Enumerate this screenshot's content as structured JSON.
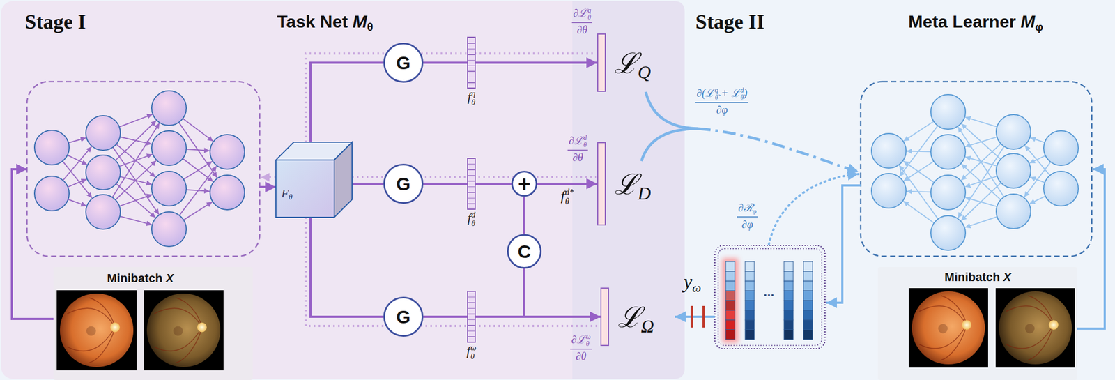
{
  "diagram": {
    "nodes": [
      {
        "text": [
          "Stage I",
          "Task Net Mθ"
        ]
      },
      {
        "text": [
          "Minibatch X"
        ],
        "in": 0
      },
      {
        "text": [
          "Fθ"
        ],
        "in": 0
      },
      {
        "text": [
          "G"
        ],
        "in": 0
      },
      {
        "text": [
          "G"
        ],
        "in": 0
      },
      {
        "text": [
          "G"
        ],
        "in": 0
      },
      {
        "text": [
          "fθq"
        ],
        "in": 0
      },
      {
        "text": [
          "fθd"
        ],
        "in": 0
      },
      {
        "text": [
          "fθω"
        ],
        "in": 0
      },
      {
        "text": [
          "+"
        ],
        "in": 0
      },
      {
        "text": [
          "C"
        ],
        "in": 0
      },
      {
        "text": [
          "ℒQ"
        ],
        "in": 0
      },
      {
        "text": [
          "ℒD"
        ],
        "in": 0
      },
      {
        "text": [
          "ℒΩ"
        ],
        "in": 0
      },
      {
        "text": [
          "Stage II",
          "Meta Learner Mφ"
        ]
      },
      {
        "text": [
          "Minibatch X"
        ],
        "in": 14
      }
    ],
    "edges": [
      {
        "from": 2,
        "to": 3,
        "arrow": "none"
      },
      {
        "from": 2,
        "to": 4,
        "arrow": "none"
      },
      {
        "from": 2,
        "to": 5,
        "arrow": "none"
      },
      {
        "from": 3,
        "to": 6,
        "arrow": "none"
      },
      {
        "from": 4,
        "to": 7,
        "arrow": "none"
      },
      {
        "from": 5,
        "to": 8,
        "arrow": "none"
      },
      {
        "from": 6,
        "to": 11,
        "arrow": "to"
      },
      {
        "from": 7,
        "to": 9,
        "arrow": "none"
      },
      {
        "from": 9,
        "to": 12,
        "arrow": "to",
        "label": "fθd*"
      },
      {
        "from": 8,
        "to": 10,
        "arrow": "none"
      },
      {
        "from": 10,
        "to": 9,
        "arrow": "none"
      },
      {
        "from": 8,
        "to": 13,
        "arrow": "to"
      }
    ],
    "labels": [
      "∂ℒθq",
      "∂θ",
      "∂ℒθd",
      "∂θ",
      "∂ℒθω",
      "∂θ",
      "∂(ℒθ̃q + ℒθ̃d)",
      "∂φ",
      "∂ℛφ",
      "∂φ",
      "yω",
      "..."
    ]
  }
}
